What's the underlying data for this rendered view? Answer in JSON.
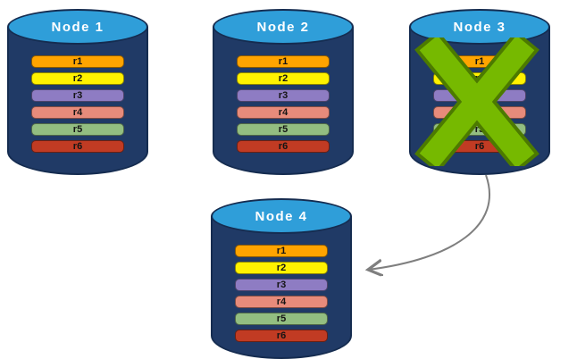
{
  "diagram": {
    "description": "Database replication diagram: four database nodes each holding records r1-r6; Node 3 has failed (green X) and its data is replicated to Node 4 (curved arrow).",
    "nodes": [
      {
        "label": "Node 1",
        "failed": false
      },
      {
        "label": "Node 2",
        "failed": false
      },
      {
        "label": "Node 3",
        "failed": true
      },
      {
        "label": "Node 4",
        "failed": false
      }
    ],
    "records": [
      {
        "label": "r1",
        "color": "#FFA400"
      },
      {
        "label": "r2",
        "color": "#FFF200"
      },
      {
        "label": "r3",
        "color": "#8E7CC3"
      },
      {
        "label": "r4",
        "color": "#E78B7B"
      },
      {
        "label": "r5",
        "color": "#93BE81"
      },
      {
        "label": "r6",
        "color": "#C13B23"
      }
    ],
    "colors": {
      "cylinder_body": "#203A66",
      "cylinder_top": "#2F9ED9",
      "outline": "#152C50",
      "failure_x": "#76B900",
      "failure_x_outline": "#4C7A00",
      "arrow": "#7F7F7F",
      "node_label_text": "#FFFFFF",
      "record_text": "#141414"
    },
    "icons": {
      "failure_x": "x-mark",
      "replication_arrow": "curved-arrow"
    }
  }
}
